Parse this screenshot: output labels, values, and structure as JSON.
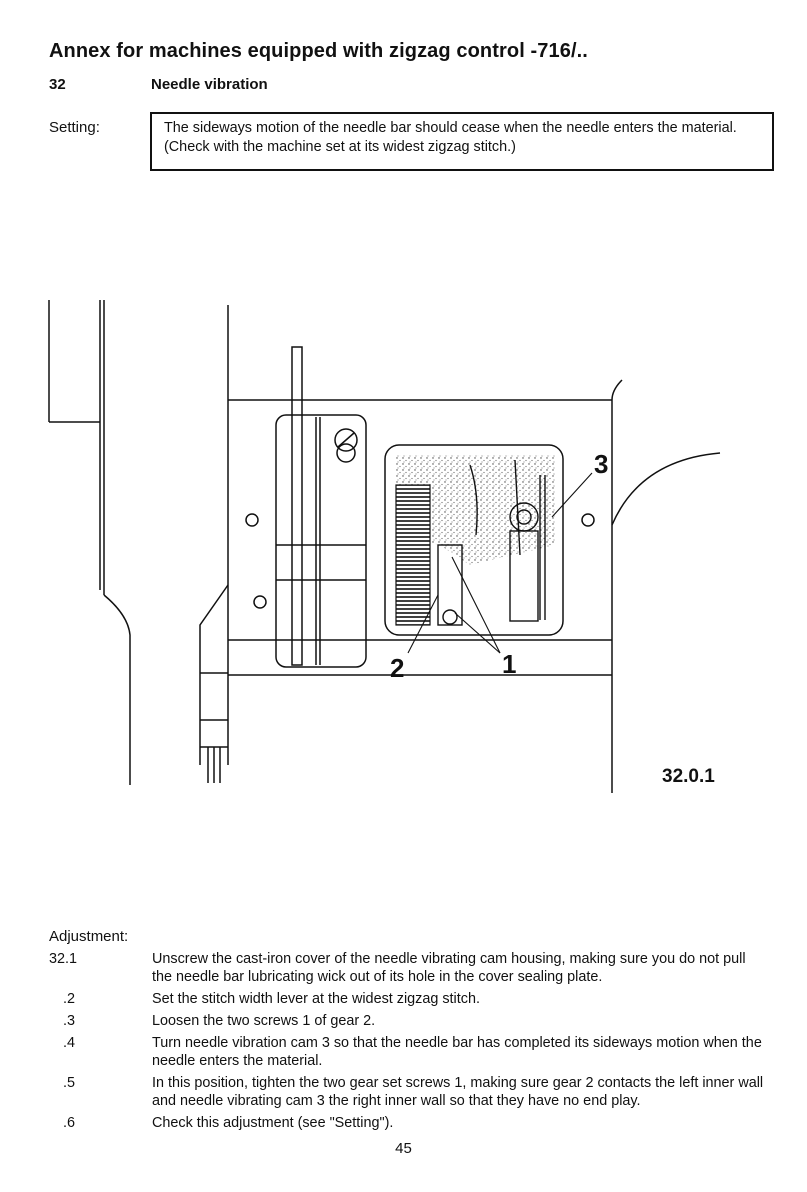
{
  "header": {
    "title": "Annex for machines equipped with zigzag control -716/..",
    "section_number": "32",
    "section_title": "Needle vibration"
  },
  "setting": {
    "label": "Setting:",
    "text": "The sideways motion of the needle bar should cease when the needle enters the material. (Check with the machine set at its widest zigzag stitch.)"
  },
  "figure": {
    "number": "32.0.1",
    "callouts": [
      "3",
      "2",
      "1"
    ]
  },
  "adjustment": {
    "label": "Adjustment:",
    "steps": [
      {
        "num": "32.1",
        "text": "Unscrew the cast-iron cover of the needle vibrating cam housing, making sure you do not pull the needle bar lubricating wick out of its hole in the cover sealing plate."
      },
      {
        "num": ".2",
        "text": "Set the stitch width lever at the widest zigzag stitch."
      },
      {
        "num": ".3",
        "text": "Loosen the two screws 1 of gear 2."
      },
      {
        "num": ".4",
        "text": "Turn needle vibration cam 3 so that the needle bar has completed its sideways motion when the needle enters the material."
      },
      {
        "num": ".5",
        "text": "In this position, tighten the two gear set screws 1, making sure gear 2 contacts the left inner wall and needle vibrating cam 3 the right inner wall so that they have no end play."
      },
      {
        "num": ".6",
        "text": "Check this adjustment (see \"Setting\")."
      }
    ]
  },
  "page_number": "45"
}
